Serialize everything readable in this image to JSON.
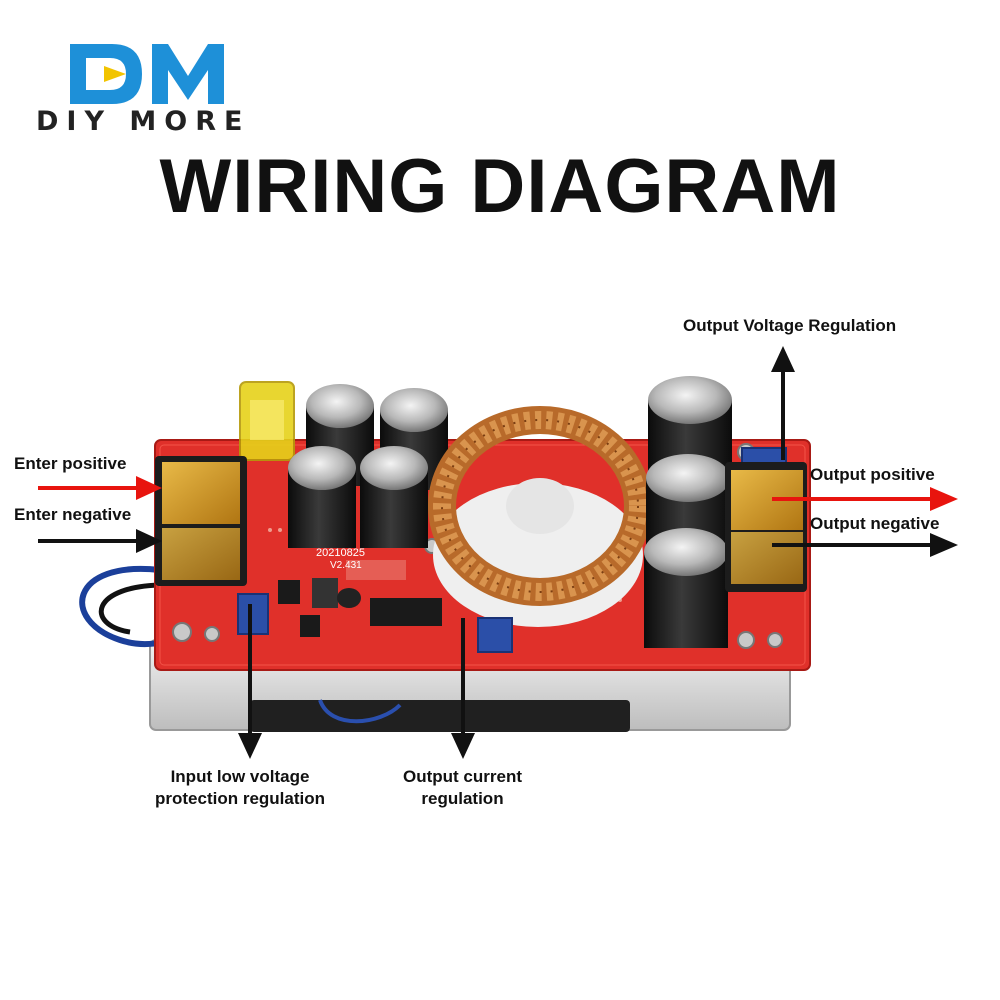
{
  "brand": {
    "logo_mark": "DM",
    "logo_text": "DIY MORE"
  },
  "title": "WIRING DIAGRAM",
  "labels": {
    "enter_positive": "Enter positive",
    "enter_negative": "Enter negative",
    "output_voltage_regulation": "Output Voltage Regulation",
    "output_positive": "Output positive",
    "output_negative": "Output negative",
    "input_low_voltage_line1": "Input low voltage",
    "input_low_voltage_line2": "protection regulation",
    "output_current_line1": "Output current",
    "output_current_line2": "regulation"
  },
  "board_print": {
    "date_code": "20210825",
    "version": "V2.431"
  },
  "colors": {
    "logo_blue": "#1e90d8",
    "logo_yellow": "#f2c400",
    "pcb_red": "#e0302a",
    "arrow_red": "#e8140e",
    "arrow_black": "#111111",
    "coil_copper": "#c87a3a",
    "terminal_amber": "#e8a520",
    "trimmer_blue": "#2b4fa8",
    "heatsink": "#d8d8d8"
  }
}
